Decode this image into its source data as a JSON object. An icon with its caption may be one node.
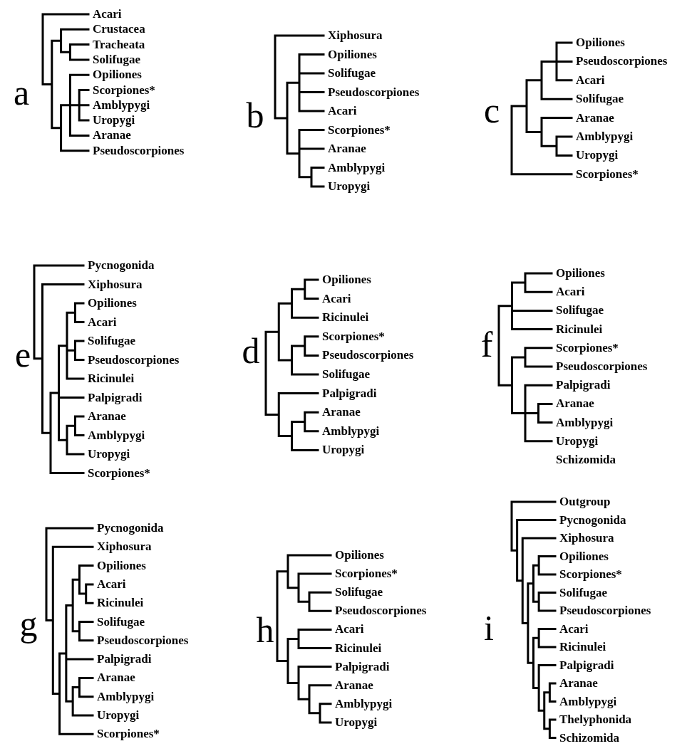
{
  "diagram": {
    "labels": [
      "a",
      "Acari",
      "Crustacea",
      "Tracheata",
      "Solifugae",
      "Opiliones",
      "Scorpiones*",
      "Amblypygi",
      "Uropygi",
      "Aranae",
      "Pseudoscorpiones",
      "b",
      "Xiphosura",
      "Opiliones",
      "Solifugae",
      "Pseudoscorpiones",
      "Acari",
      "Scorpiones*",
      "Aranae",
      "Amblypygi",
      "Uropygi",
      "c",
      "Opiliones",
      "Pseudoscorpiones",
      "Acari",
      "Solifugae",
      "Aranae",
      "Amblypygi",
      "Uropygi",
      "Scorpiones*",
      "e",
      "Pycnogonida",
      "Xiphosura",
      "Opiliones",
      "Acari",
      "Solifugae",
      "Pseudoscorpiones",
      "Ricinulei",
      "Palpigradi",
      "Aranae",
      "Amblypygi",
      "Uropygi",
      "Scorpiones*",
      "d",
      "Opiliones",
      "Acari",
      "Ricinulei",
      "Scorpiones*",
      "Pseudoscorpiones",
      "Solifugae",
      "Palpigradi",
      "Aranae",
      "Amblypygi",
      "Uropygi",
      "f",
      "Opiliones",
      "Acari",
      "Solifugae",
      "Ricinulei",
      "Scorpiones*",
      "Pseudoscorpiones",
      "Palpigradi",
      "Aranae",
      "Amblypygi",
      "Uropygi",
      "Schizomida",
      "g",
      "Pycnogonida",
      "Xiphosura",
      "Opiliones",
      "Acari",
      "Ricinulei",
      "Solifugae",
      "Pseudoscorpiones",
      "Palpigradi",
      "Aranae",
      "Amblypygi",
      "Uropygi",
      "Scorpiones*",
      "h",
      "Opiliones",
      "Scorpiones*",
      "Solifugae",
      "Pseudoscorpiones",
      "Acari",
      "Ricinulei",
      "Palpigradi",
      "Aranae",
      "Amblypygi",
      "Uropygi",
      "i",
      "Outgroup",
      "Pycnogonida",
      "Xiphosura",
      "Opiliones",
      "Scorpiones*",
      "Solifugae",
      "Pseudoscorpiones",
      "Acari",
      "Ricinulei",
      "Palpigradi",
      "Aranae",
      "Amblypygi",
      "Thelyphonida",
      "Schizomida"
    ]
  }
}
